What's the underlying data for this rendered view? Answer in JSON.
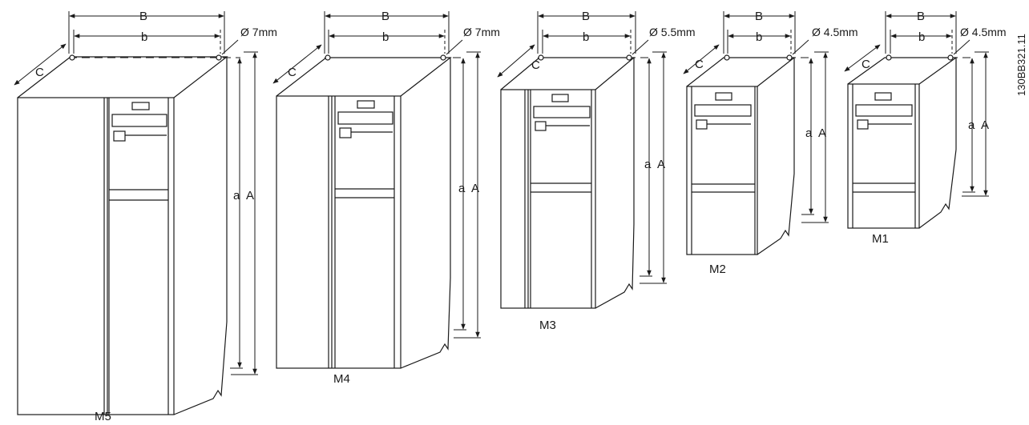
{
  "doc_code": "130BB321.11",
  "units": [
    {
      "frame": "M5",
      "dim_upper_width": "B",
      "dim_lower_width": "b",
      "dim_depth": "C",
      "dim_height_outer": "A",
      "dim_height_inner": "a",
      "hole": "Ø 7mm"
    },
    {
      "frame": "M4",
      "dim_upper_width": "B",
      "dim_lower_width": "b",
      "dim_depth": "C",
      "dim_height_outer": "A",
      "dim_height_inner": "a",
      "hole": "Ø 7mm"
    },
    {
      "frame": "M3",
      "dim_upper_width": "B",
      "dim_lower_width": "b",
      "dim_depth": "C",
      "dim_height_outer": "A",
      "dim_height_inner": "a",
      "hole": "Ø 5.5mm"
    },
    {
      "frame": "M2",
      "dim_upper_width": "B",
      "dim_lower_width": "b",
      "dim_depth": "C",
      "dim_height_outer": "A",
      "dim_height_inner": "a",
      "hole": "Ø 4.5mm"
    },
    {
      "frame": "M1",
      "dim_upper_width": "B",
      "dim_lower_width": "b",
      "dim_depth": "C",
      "dim_height_outer": "A",
      "dim_height_inner": "a",
      "hole": "Ø 4.5mm"
    }
  ]
}
